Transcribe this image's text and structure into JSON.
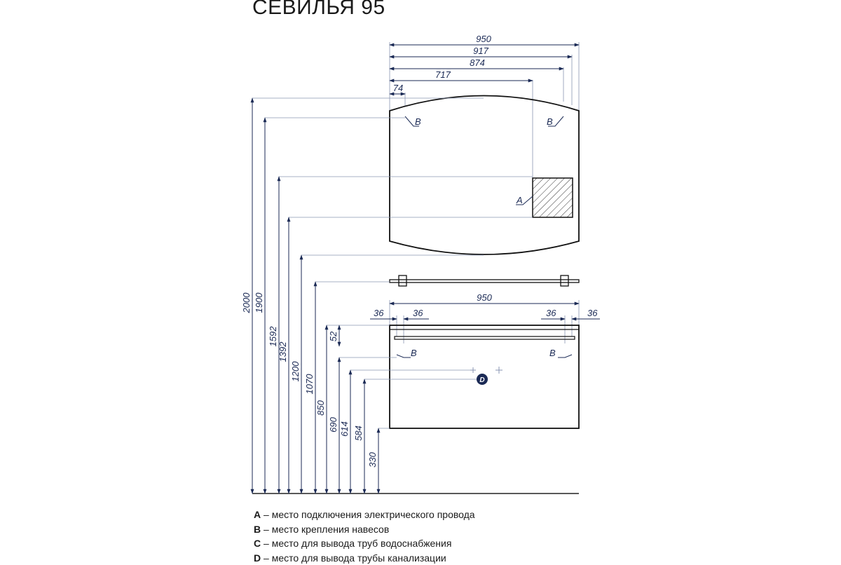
{
  "title": "СЕВИЛЬЯ 95",
  "mirror": {
    "width_dims": [
      "950",
      "917",
      "874",
      "717"
    ],
    "offset_dim": "74",
    "label_a": "A",
    "label_b": "B"
  },
  "cabinet": {
    "width_dim": "950",
    "offset_dim": "36",
    "top_dim": "52",
    "label_b": "B",
    "label_d": "D"
  },
  "heights": [
    "2000",
    "1900",
    "1592",
    "1392",
    "1200",
    "1070",
    "850",
    "690",
    "614",
    "584",
    "330"
  ],
  "legend": [
    {
      "key": "A",
      "text": " – место подключения электрического провода"
    },
    {
      "key": "B",
      "text": " – место крепления навесов"
    },
    {
      "key": "C",
      "text": " – место для вывода труб водоснабжения"
    },
    {
      "key": "D",
      "text": " – место для вывода трубы канализации"
    }
  ]
}
